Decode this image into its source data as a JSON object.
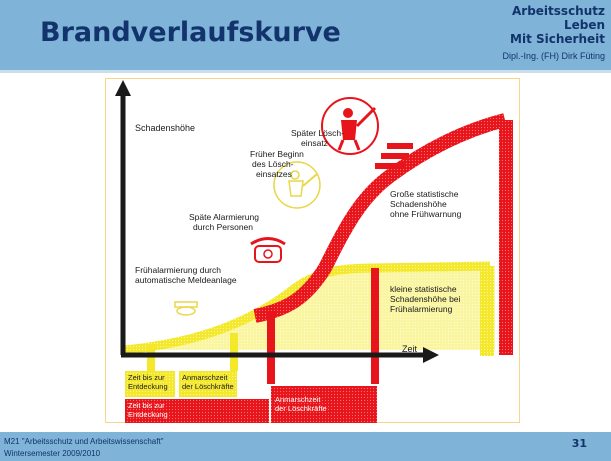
{
  "header": {
    "title": "Brandverlaufskurve",
    "brand_line1": "Arbeitsschutz",
    "brand_line2": "Leben",
    "brand_line3": "Mit Sicherheit",
    "author": "Dipl.-Ing. (FH) Dirk Füting"
  },
  "figure": {
    "y_axis_label": "Schadenshöhe",
    "x_axis_label": "Zeit",
    "late_fire_fighting": [
      "Später Lösch-",
      "einsatz"
    ],
    "early_fire_fighting": [
      "Früher Beginn",
      "des Lösch-",
      "einsatzes"
    ],
    "late_alarm": [
      "Späte Alarmierung",
      "durch Personen"
    ],
    "early_alarm": [
      "Frühalarmierung durch",
      "automatische Meldeanlage"
    ],
    "large_damage": [
      "Große statistische",
      "Schadenshöhe",
      "ohne Frühwarnung"
    ],
    "small_damage": [
      "kleine statistische",
      "Schadenshöhe bei",
      "Frühalarmierung"
    ],
    "box_yellow_1": [
      "Zeit bis zur",
      "Entdeckung"
    ],
    "box_yellow_2": [
      "Anmarschzeit",
      "der Löschkräfte"
    ],
    "box_red_1": [
      "Zeit bis zur",
      "Entdeckung"
    ],
    "box_red_2": [
      "Anmarschzeit",
      "der Löschkräfte"
    ],
    "colors": {
      "red": "#e8141b",
      "yellow": "#f4e82a",
      "axis": "#1a1a1a"
    }
  },
  "footer": {
    "course": "M21 \"Arbeitsschutz und Arbeitswissenschaft\"",
    "semester": "Wintersemester 2009/2010",
    "page_number": "31"
  }
}
